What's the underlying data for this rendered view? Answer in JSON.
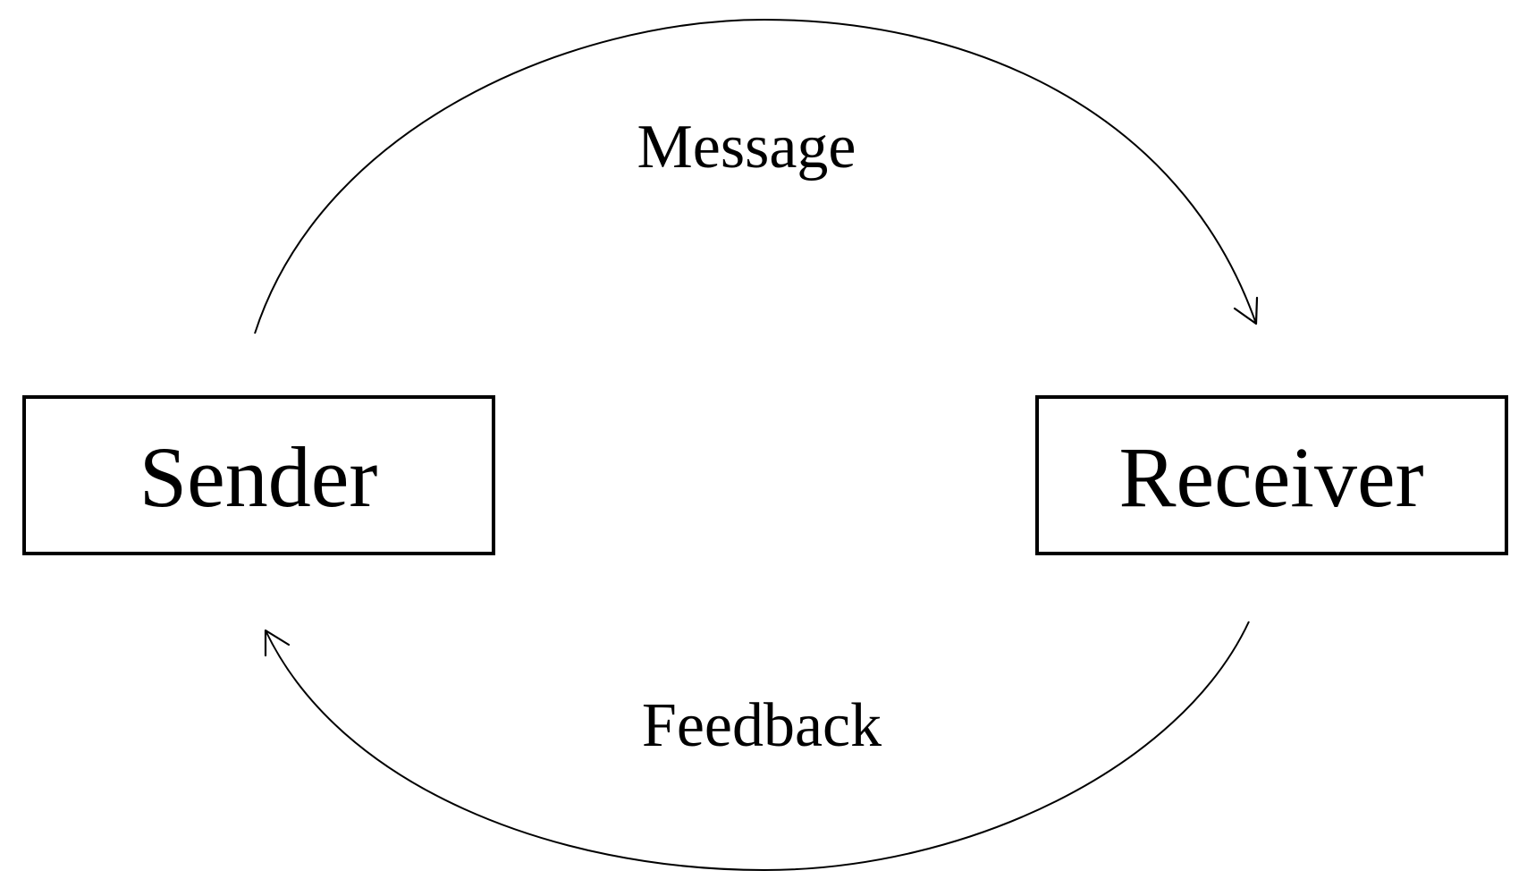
{
  "nodes": {
    "sender": {
      "label": "Sender"
    },
    "receiver": {
      "label": "Receiver"
    }
  },
  "edges": {
    "message": {
      "label": "Message",
      "from": "Sender",
      "to": "Receiver"
    },
    "feedback": {
      "label": "Feedback",
      "from": "Receiver",
      "to": "Sender"
    }
  },
  "colors": {
    "stroke": "#000000",
    "background": "#ffffff"
  }
}
